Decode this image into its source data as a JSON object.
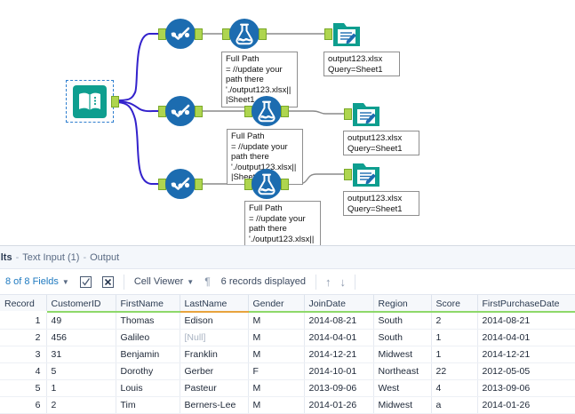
{
  "canvas": {
    "input_node": {
      "name": "text-input-tool",
      "icon": "book-icon"
    },
    "select_nodes": [
      {
        "icon": "select-tool-icon"
      },
      {
        "icon": "select-tool-icon"
      },
      {
        "icon": "select-tool-icon"
      }
    ],
    "formula_nodes": [
      {
        "icon": "formula-flask-icon"
      },
      {
        "icon": "formula-flask-icon"
      },
      {
        "icon": "formula-flask-icon"
      }
    ],
    "formula_annotations": [
      "Full Path\n= //update your\npath there\n'./output123.xlsx||\n|Sheet1",
      "Full Path\n= //update your\npath there\n'./output123.xlsx||\n|Sheet1",
      "Full Path\n= //update your\npath there\n'./output123.xlsx||"
    ],
    "output_nodes": [
      {
        "icon": "output-data-icon",
        "annotation": "output123.xlsx\nQuery=Sheet1"
      },
      {
        "icon": "output-data-icon",
        "annotation": "output123.xlsx\nQuery=Sheet1"
      },
      {
        "icon": "output-data-icon",
        "annotation": "output123.xlsx\nQuery=Sheet1"
      }
    ]
  },
  "results": {
    "title": "ults",
    "breadcrumb_sep": "-",
    "tool_name": "Text Input (1)",
    "output_label": "Output",
    "toolbar": {
      "fields": "8 of 8 Fields",
      "check_icon": "checkbox-icon",
      "close_icon": "close-box-icon",
      "viewer": "Cell Viewer",
      "pilcrow_icon": "pilcrow-icon",
      "records": "6 records displayed",
      "up_arrow": "↑",
      "down_arrow": "↓"
    },
    "grid": {
      "columns": [
        {
          "label": "Record",
          "underline": "none",
          "width": 52
        },
        {
          "label": "CustomerID",
          "underline": "green",
          "width": 78
        },
        {
          "label": "FirstName",
          "underline": "green",
          "width": 72
        },
        {
          "label": "LastName",
          "underline": "orange",
          "width": 77
        },
        {
          "label": "Gender",
          "underline": "green",
          "width": 63
        },
        {
          "label": "JoinDate",
          "underline": "green",
          "width": 78
        },
        {
          "label": "Region",
          "underline": "green",
          "width": 65
        },
        {
          "label": "Score",
          "underline": "green",
          "width": 52
        },
        {
          "label": "FirstPurchaseDate",
          "underline": "green",
          "width": 110
        }
      ],
      "rows": [
        {
          "Record": "1",
          "CustomerID": "49",
          "FirstName": "Thomas",
          "LastName": "Edison",
          "Gender": "M",
          "JoinDate": "2014-08-21",
          "Region": "South",
          "Score": "2",
          "FirstPurchaseDate": "2014-08-21"
        },
        {
          "Record": "2",
          "CustomerID": "456",
          "FirstName": "Galileo",
          "LastName": "[Null]",
          "Gender": "M",
          "JoinDate": "2014-04-01",
          "Region": "South",
          "Score": "1",
          "FirstPurchaseDate": "2014-04-01"
        },
        {
          "Record": "3",
          "CustomerID": "31",
          "FirstName": "Benjamin",
          "LastName": "Franklin",
          "Gender": "M",
          "JoinDate": "2014-12-21",
          "Region": "Midwest",
          "Score": "1",
          "FirstPurchaseDate": "2014-12-21"
        },
        {
          "Record": "4",
          "CustomerID": "5",
          "FirstName": "Dorothy",
          "LastName": "Gerber",
          "Gender": "F",
          "JoinDate": "2014-10-01",
          "Region": "Northeast",
          "Score": "22",
          "FirstPurchaseDate": "2012-05-05"
        },
        {
          "Record": "5",
          "CustomerID": "1",
          "FirstName": "Louis",
          "LastName": "Pasteur",
          "Gender": "M",
          "JoinDate": "2013-09-06",
          "Region": "West",
          "Score": "4",
          "FirstPurchaseDate": "2013-09-06"
        },
        {
          "Record": "6",
          "CustomerID": "2",
          "FirstName": "Tim",
          "LastName": "Berners-Lee",
          "Gender": "M",
          "JoinDate": "2014-01-26",
          "Region": "Midwest",
          "Score": "a",
          "FirstPurchaseDate": "2014-01-26"
        }
      ]
    }
  },
  "colors": {
    "tool_blue": "#1c6cb0",
    "teal": "#0e9e8f",
    "anchor_green": "#aed54f",
    "connection_blue": "#3322cc",
    "connection_gray": "#8a8a8a",
    "header_underline": "#8ed86a",
    "header_warn": "#e8a33d"
  }
}
